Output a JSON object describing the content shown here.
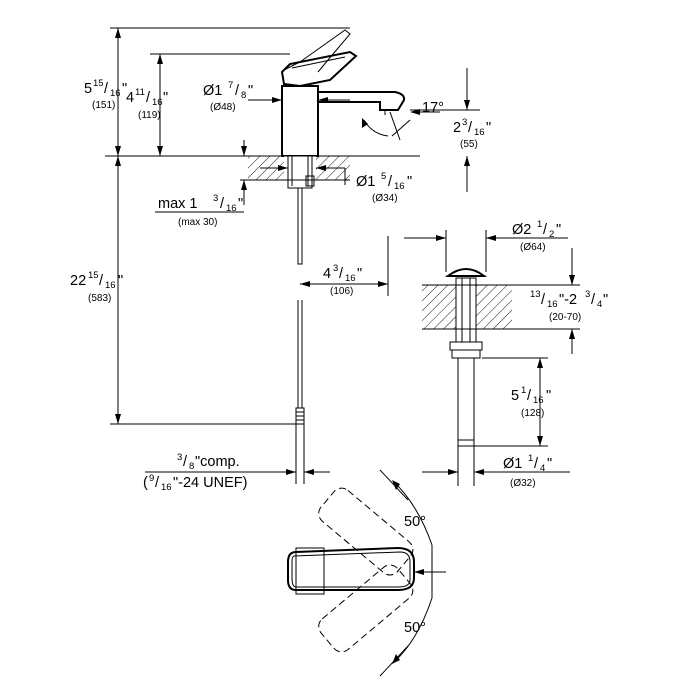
{
  "drawing": {
    "faucet_height": {
      "whole": "5",
      "num": "15",
      "den": "16",
      "unit": "\"",
      "mm": "(151)"
    },
    "spout_height": {
      "whole": "4",
      "num": "11",
      "den": "16",
      "unit": "\"",
      "mm": "(119)"
    },
    "body_diameter": {
      "prefix": "Ø1",
      "num": "7",
      "den": "8",
      "unit": "\"",
      "mm": "(Ø48)"
    },
    "spout_angle": "17°",
    "spout_clearance": {
      "whole": "2",
      "num": "3",
      "den": "16",
      "unit": "\"",
      "mm": "(55)"
    },
    "shank_diameter": {
      "prefix": "Ø1",
      "num": "5",
      "den": "16",
      "unit": "\"",
      "mm": "(Ø34)"
    },
    "max_deck": {
      "prefix": "max 1",
      "num": "3",
      "den": "16",
      "unit": "\"",
      "mm": "(max 30)"
    },
    "hose_length": {
      "whole": "22",
      "num": "15",
      "den": "16",
      "unit": "\"",
      "mm": "(583)"
    },
    "drain_offset": {
      "whole": "4",
      "num": "3",
      "den": "16",
      "unit": "\"",
      "mm": "(106)"
    },
    "connection": {
      "num": "3",
      "den": "8",
      "suffix": "\"comp.",
      "paren_open": "(",
      "num2": "9",
      "den2": "16",
      "suffix2": "\"-24 UNEF)"
    },
    "drain_cap_diameter": {
      "prefix": "Ø2",
      "num": "1",
      "den": "2",
      "unit": "\"",
      "mm": "(Ø64)"
    },
    "drain_deck_range": {
      "num": "13",
      "den": "16",
      "mid": "\"-2",
      "num2": "3",
      "den2": "4",
      "unit": "\"",
      "mm": "(20-70)"
    },
    "drain_tail_length": {
      "whole": "5",
      "num": "1",
      "den": "16",
      "unit": "\"",
      "mm": "(128)"
    },
    "drain_tail_diameter": {
      "prefix": "Ø1",
      "num": "1",
      "den": "4",
      "unit": "\"",
      "mm": "(Ø32)"
    },
    "lever_angle_top": "50°",
    "lever_angle_bottom": "50°"
  }
}
